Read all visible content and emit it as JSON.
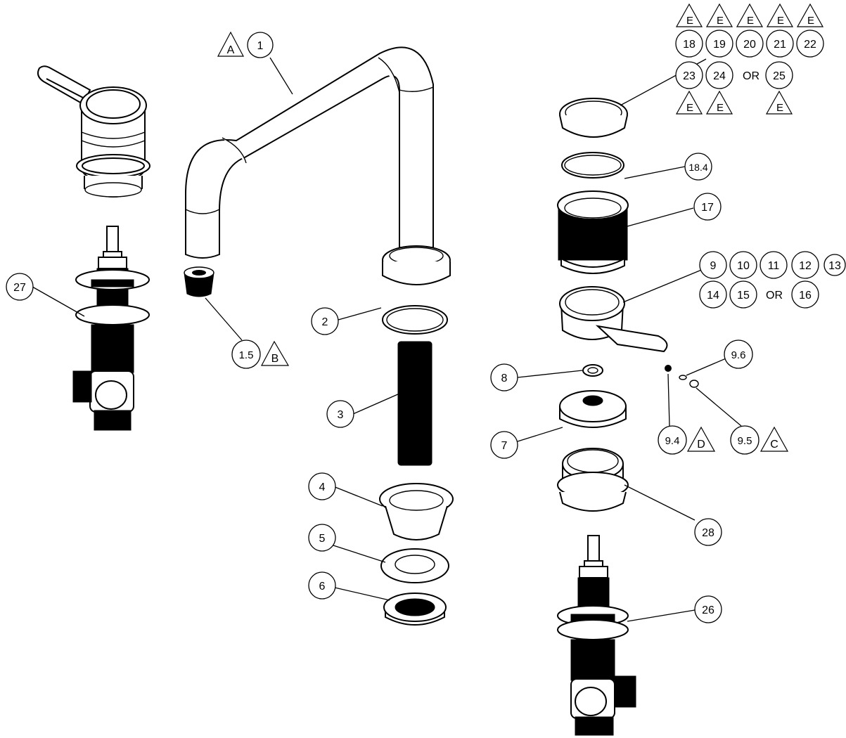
{
  "callouts": {
    "c1": "1",
    "c1_5": "1.5",
    "c2": "2",
    "c3": "3",
    "c4": "4",
    "c5": "5",
    "c6": "6",
    "c7": "7",
    "c8": "8",
    "c9": "9",
    "c9_4": "9.4",
    "c9_5": "9.5",
    "c9_6": "9.6",
    "c10": "10",
    "c11": "11",
    "c12": "12",
    "c13": "13",
    "c14": "14",
    "c15": "15",
    "c16": "16",
    "c17": "17",
    "c18": "18",
    "c18_4": "18.4",
    "c19": "19",
    "c20": "20",
    "c21": "21",
    "c22": "22",
    "c23": "23",
    "c24": "24",
    "c25": "25",
    "c26": "26",
    "c27": "27",
    "c28": "28"
  },
  "flags": {
    "a": "A",
    "b": "B",
    "c": "C",
    "d": "D",
    "e": "E"
  },
  "or_label": "OR"
}
